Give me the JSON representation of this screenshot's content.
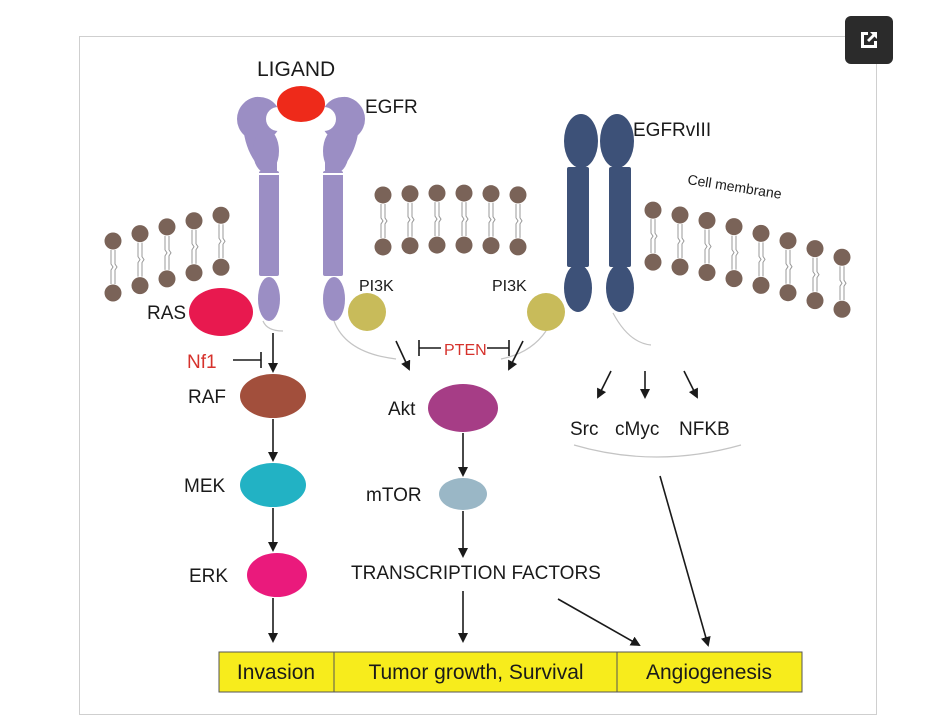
{
  "toolbar": {
    "expand_icon": "open-in-new-icon"
  },
  "diagram": {
    "labels": {
      "ligand": "LIGAND",
      "egfr": "EGFR",
      "egfrviii": "EGFRvIII",
      "membrane": "Cell membrane",
      "ras": "RAS",
      "pi3k_left": "PI3K",
      "pi3k_right": "PI3K",
      "nf1": "Nf1",
      "pten": "PTEN",
      "raf": "RAF",
      "akt": "Akt",
      "src": "Src",
      "cmyc": "cMyc",
      "nfkb": "NFKB",
      "mek": "MEK",
      "mtor": "mTOR",
      "erk": "ERK",
      "transcription": "TRANSCRIPTION FACTORS"
    },
    "outcomes": {
      "invasion": "Invasion",
      "tumor": "Tumor growth, Survival",
      "angiogenesis": "Angiogenesis"
    },
    "colors": {
      "ligand": "#ee2a1a",
      "egfr": "#9b8ec4",
      "egfrviii": "#3d5178",
      "lipid": "#7a6358",
      "ras": "#e8194f",
      "pi3k": "#c8bb5a",
      "raf": "#a24f3c",
      "akt": "#a63d86",
      "mek": "#22b2c4",
      "mtor": "#9ab7c6",
      "erk": "#ea1a7c",
      "outcome_bar": "#f7ec1c",
      "inhibitor_text": "#d6322c"
    }
  }
}
